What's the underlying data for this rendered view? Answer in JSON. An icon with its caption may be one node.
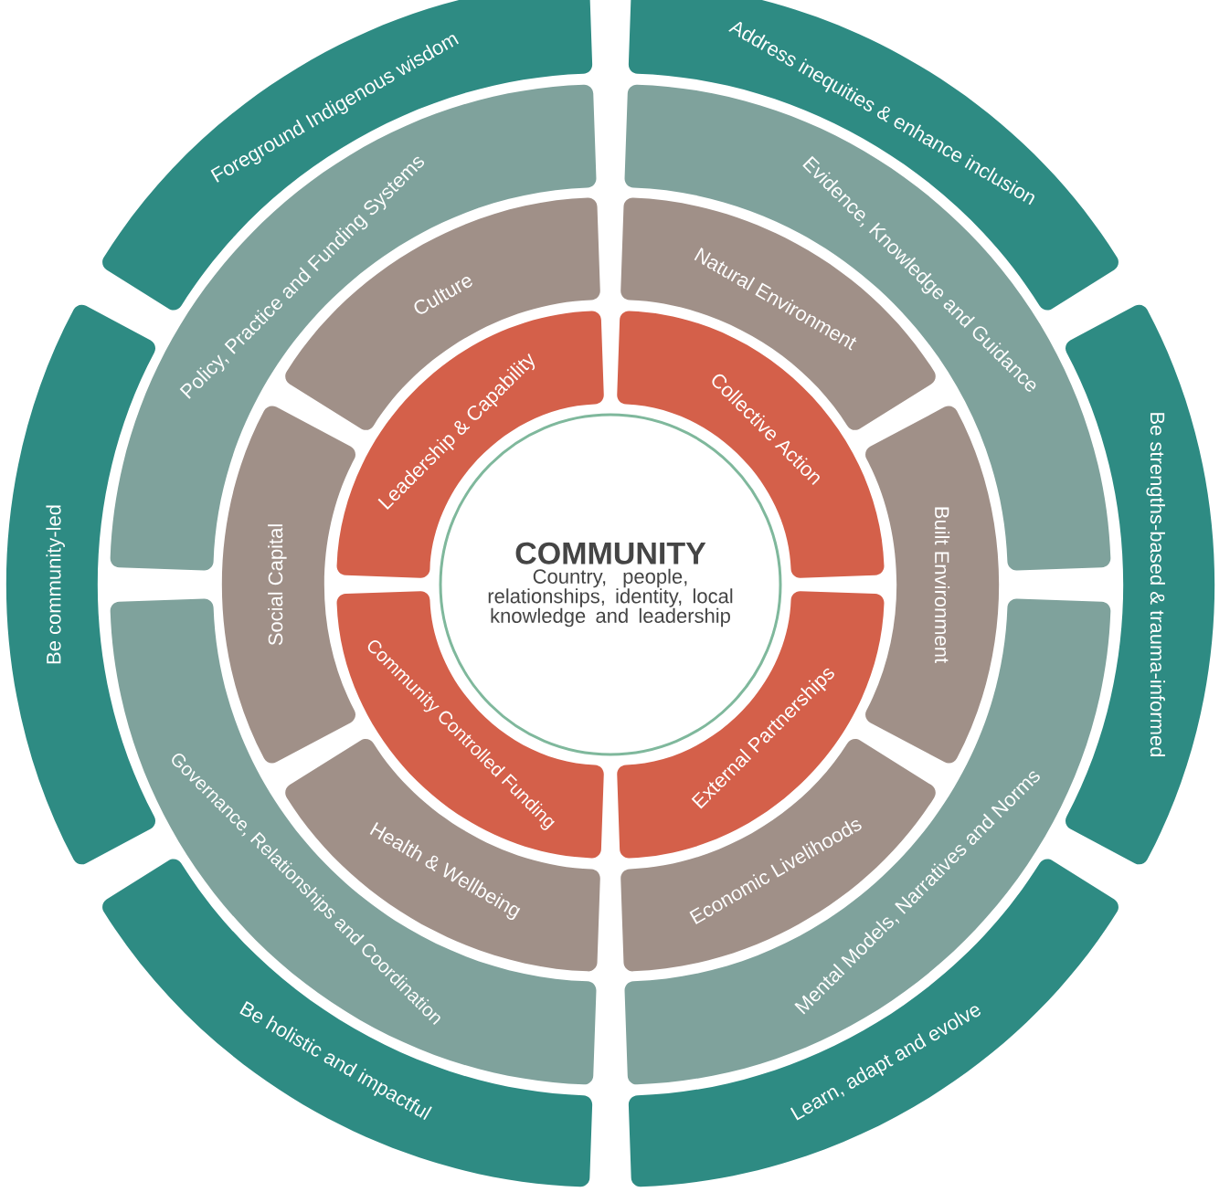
{
  "diagram": {
    "nodes": [
      {
        "text": [
          "COMMUNITY",
          "Country, people, relationships, identity, local knowledge and leadership"
        ]
      },
      {
        "text": [
          "Leadership & Capability"
        ]
      },
      {
        "text": [
          "Collective Action"
        ]
      },
      {
        "text": [
          "Community Controlled Funding"
        ]
      },
      {
        "text": [
          "External Partnerships"
        ]
      },
      {
        "text": [
          "Culture"
        ]
      },
      {
        "text": [
          "Natural Environment"
        ]
      },
      {
        "text": [
          "Social Capital"
        ]
      },
      {
        "text": [
          "Built Environment"
        ]
      },
      {
        "text": [
          "Health & Wellbeing"
        ]
      },
      {
        "text": [
          "Economic Livelihoods"
        ]
      },
      {
        "text": [
          "Policy, Practice and Funding Systems"
        ]
      },
      {
        "text": [
          "Evidence, Knowledge and Guidance"
        ]
      },
      {
        "text": [
          "Governance, Relationships and Coordination"
        ]
      },
      {
        "text": [
          "Mental Models, Narratives and Norms"
        ]
      },
      {
        "text": [
          "Foreground Indigenous wisdom"
        ]
      },
      {
        "text": [
          "Address inequities & enhance inclusion"
        ]
      },
      {
        "text": [
          "Be community-led"
        ]
      },
      {
        "text": [
          "Be strengths-based & trauma-informed"
        ]
      },
      {
        "text": [
          "Be holistic and impactful"
        ]
      },
      {
        "text": [
          "Learn, adapt and evolve"
        ]
      }
    ]
  }
}
